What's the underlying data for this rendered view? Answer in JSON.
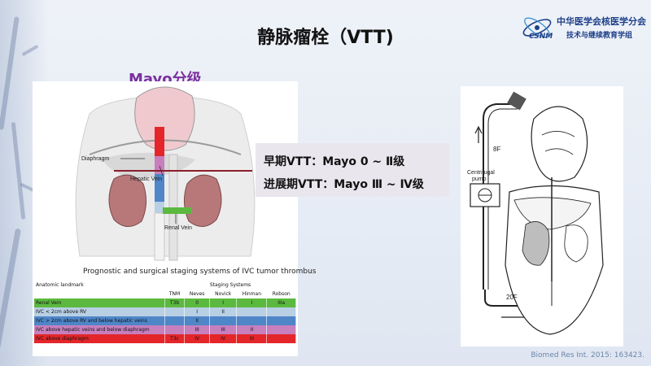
{
  "slide": {
    "title": "静脉瘤栓（VTT)",
    "logo": {
      "org_name": "中华医学会核医学分会",
      "dept_name": "技术与继续教育学组",
      "abbr": "CSNM"
    },
    "mayo_title": "Mayo分级",
    "left_figure": {
      "labels": {
        "diaphragm": "Diaphragm",
        "hepatic_vein": "Hepatic Vein",
        "renal_vein": "Renal Vein"
      },
      "caption": "Prognostic and surgical staging systems of IVC tumor thrombus",
      "table": {
        "landmark_header": "Anatomic landmark",
        "group_header": "Staging Systems",
        "columns": [
          "TNM",
          "Neves",
          "Novick",
          "Hinman",
          "Robson"
        ],
        "rows": [
          {
            "landmark": "Renal Vein",
            "cells": [
              "T3b",
              "0",
              "I",
              "I",
              "IIIa"
            ]
          },
          {
            "landmark": "IVC < 2cm above RV",
            "cells": [
              "",
              "I",
              "II",
              "",
              ""
            ]
          },
          {
            "landmark": "IVC > 2cm above RV and below hepatic veins",
            "cells": [
              "",
              "II",
              "",
              "",
              ""
            ]
          },
          {
            "landmark": "IVC above hepatic veins and below diaphragm",
            "cells": [
              "",
              "III",
              "III",
              "II",
              ""
            ]
          },
          {
            "landmark": "IVC above diaphragm",
            "cells": [
              "T3c",
              "IV",
              "IV",
              "III",
              ""
            ]
          }
        ]
      }
    },
    "callout": {
      "line1": "早期VTT：Mayo 0 ~ Ⅱ级",
      "line2": "进展期VTT：Mayo Ⅲ ~ Ⅳ级"
    },
    "right_figure": {
      "label_8f": "8F",
      "label_pump": "Centrifugal\npump",
      "label_20f": "20F"
    },
    "source": "Biomed Res Int. 2015: 163423.",
    "colors": {
      "title_purple": "#7a2fa0",
      "renal": "#5cb93f",
      "lt2": "#b8cfe4",
      "gt2": "#4e86c8",
      "hepatic": "#c77fbd",
      "diaphragm": "#e4262a",
      "logo_blue": "#1d3f87"
    },
    "icons": [
      "atom-orbit-icon",
      "centrifugal-pump-icon"
    ]
  }
}
